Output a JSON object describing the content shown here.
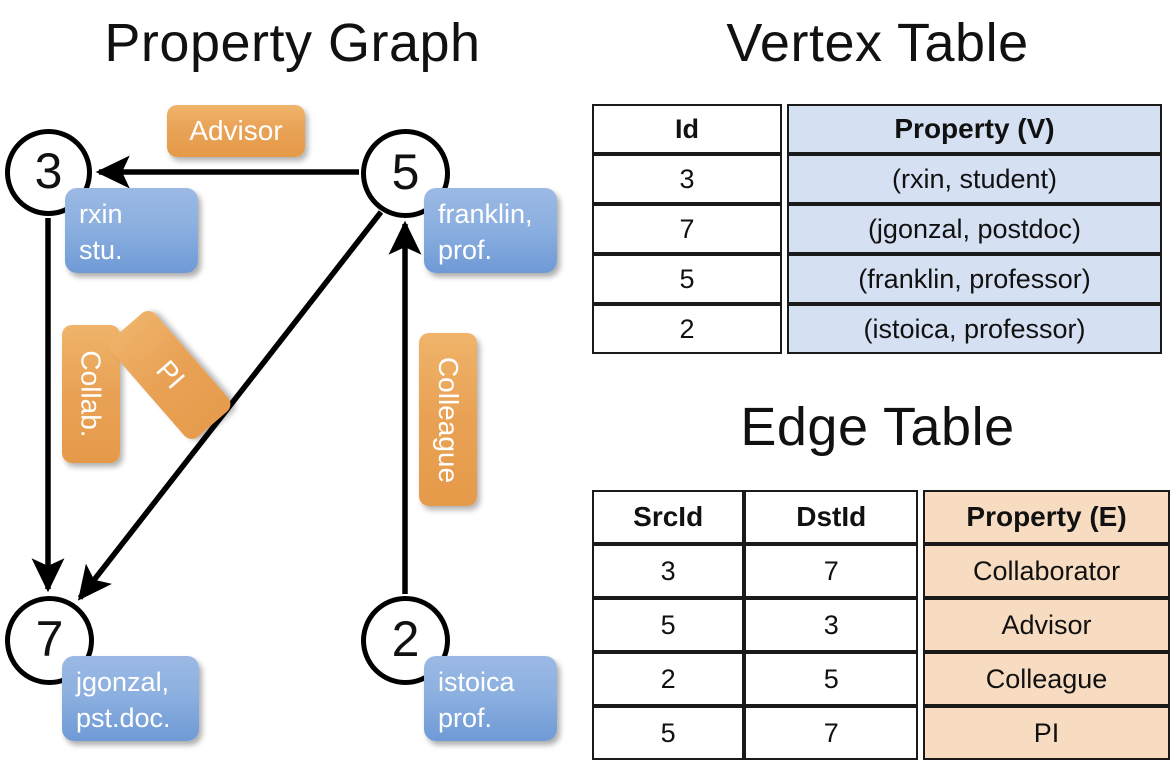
{
  "graph": {
    "title": "Property Graph",
    "nodes": [
      {
        "id": "3",
        "prop_lines": [
          "rxin",
          "stu."
        ]
      },
      {
        "id": "5",
        "prop_lines": [
          "franklin,",
          "prof."
        ]
      },
      {
        "id": "7",
        "prop_lines": [
          "jgonzal,",
          "pst.doc."
        ]
      },
      {
        "id": "2",
        "prop_lines": [
          "istoica",
          "prof."
        ]
      }
    ],
    "edge_labels": {
      "advisor": "Advisor",
      "collab": "Collab.",
      "pi": "PI",
      "colleague": "Colleague"
    },
    "colors": {
      "vertex_box": "#8cb0e0",
      "edge_box": "#e9a255",
      "stroke": "#000000"
    }
  },
  "vertex_table": {
    "title": "Vertex Table",
    "headers": [
      "Id",
      "Property (V)"
    ],
    "rows": [
      {
        "id": "3",
        "property": "(rxin, student)"
      },
      {
        "id": "7",
        "property": "(jgonzal, postdoc)"
      },
      {
        "id": "5",
        "property": "(franklin, professor)"
      },
      {
        "id": "2",
        "property": "(istoica, professor)"
      }
    ],
    "fill": "#d5e0f2"
  },
  "edge_table": {
    "title": "Edge Table",
    "headers": [
      "SrcId",
      "DstId",
      "Property (E)"
    ],
    "rows": [
      {
        "src": "3",
        "dst": "7",
        "property": "Collaborator"
      },
      {
        "src": "5",
        "dst": "3",
        "property": "Advisor"
      },
      {
        "src": "2",
        "dst": "5",
        "property": "Colleague"
      },
      {
        "src": "5",
        "dst": "7",
        "property": "PI"
      }
    ],
    "fill": "#f7dcc2"
  }
}
